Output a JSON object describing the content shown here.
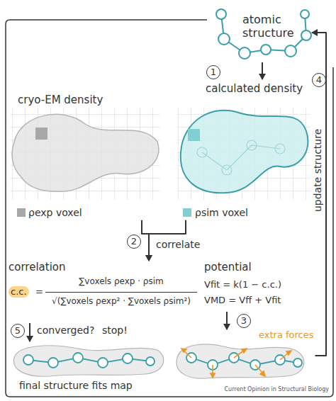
{
  "diagram": {
    "nodes": [
      {
        "text": [
          "atomic structure"
        ]
      },
      {
        "text": [
          "calculated density",
          "ρsim voxel"
        ]
      },
      {
        "text": [
          "cryo-EM density",
          "ρexp voxel"
        ]
      },
      {
        "text": [
          "correlation",
          "c.c.",
          "=",
          "∑voxels ρexp · ρsim",
          "√(∑voxels ρexp² · ∑voxels ρsim²)"
        ]
      },
      {
        "text": [
          "potential",
          "Vfit = k(1 − c.c.)",
          "VMD = Vff + Vfit"
        ]
      },
      {
        "text": [
          "extra forces"
        ]
      },
      {
        "text": [
          "final structure fits map"
        ]
      }
    ],
    "edges": [
      {
        "from": 0,
        "to": 1,
        "arrow": "to"
      },
      {
        "from": 2,
        "to": 3,
        "arrow": "to",
        "label": "correlate"
      },
      {
        "from": 1,
        "to": 3,
        "arrow": "to"
      },
      {
        "from": 4,
        "to": 5,
        "arrow": "to"
      },
      {
        "from": 5,
        "to": 0,
        "arrow": "to",
        "label": "update structure"
      },
      {
        "from": 3,
        "to": 6,
        "arrow": "to",
        "label": "converged?"
      }
    ],
    "labels": [
      "1",
      "2",
      "3",
      "4",
      "5",
      "stop!",
      "Current Opinion in Structural Biology"
    ]
  }
}
